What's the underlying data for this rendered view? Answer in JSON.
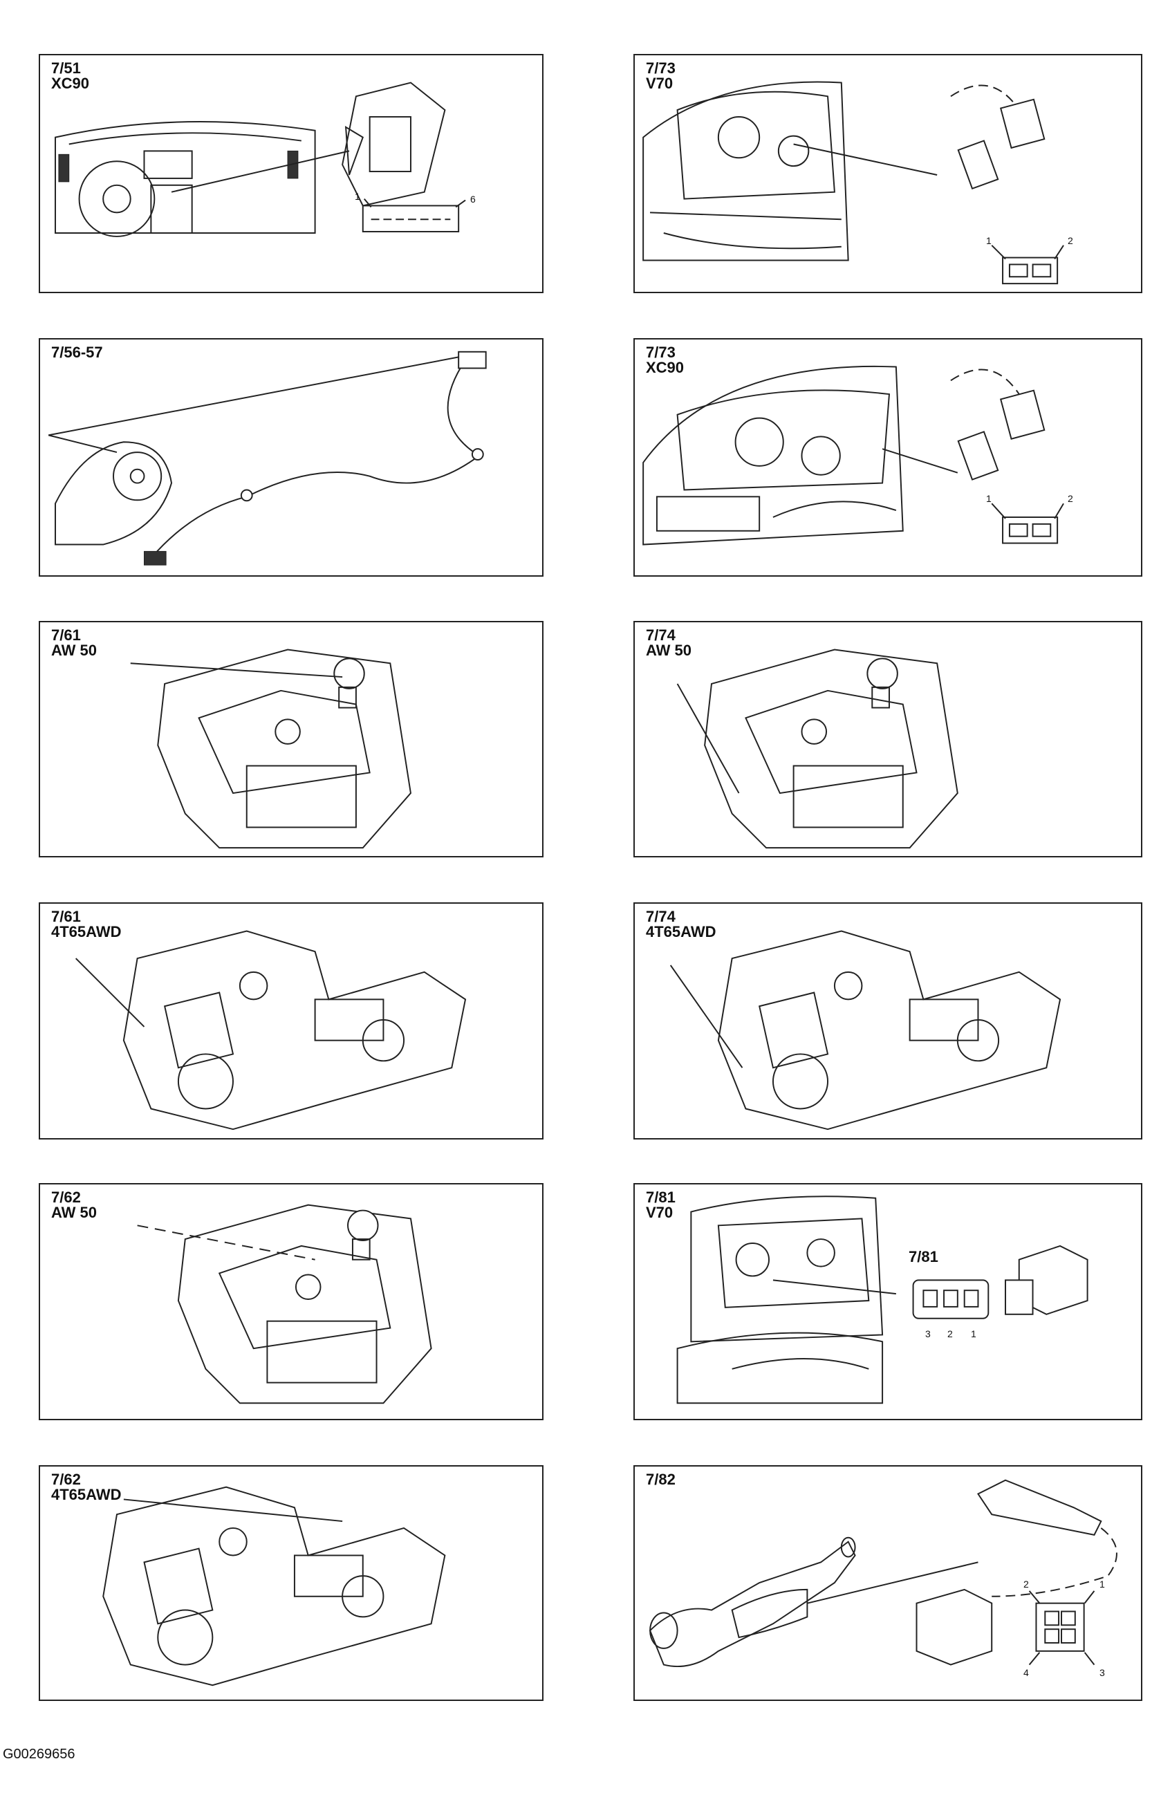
{
  "panels": [
    {
      "code": "7/51",
      "model": "XC90",
      "pins": [
        "1",
        "6"
      ]
    },
    {
      "code": "7/73",
      "model": "V70",
      "pins": [
        "1",
        "2"
      ]
    },
    {
      "code": "7/56-57",
      "model": ""
    },
    {
      "code": "7/73",
      "model": "XC90",
      "pins": [
        "1",
        "2"
      ]
    },
    {
      "code": "7/61",
      "model": "AW 50"
    },
    {
      "code": "7/74",
      "model": "AW 50"
    },
    {
      "code": "7/61",
      "model": "4T65AWD"
    },
    {
      "code": "7/74",
      "model": "4T65AWD"
    },
    {
      "code": "7/62",
      "model": "AW 50"
    },
    {
      "code": "7/81",
      "model": "V70",
      "sub": "7/81",
      "pins": [
        "3",
        "2",
        "1"
      ]
    },
    {
      "code": "7/62",
      "model": "4T65AWD"
    },
    {
      "code": "7/82",
      "model": "",
      "pins": [
        "2",
        "1",
        "4",
        "3"
      ]
    }
  ],
  "footer": "G00269656"
}
